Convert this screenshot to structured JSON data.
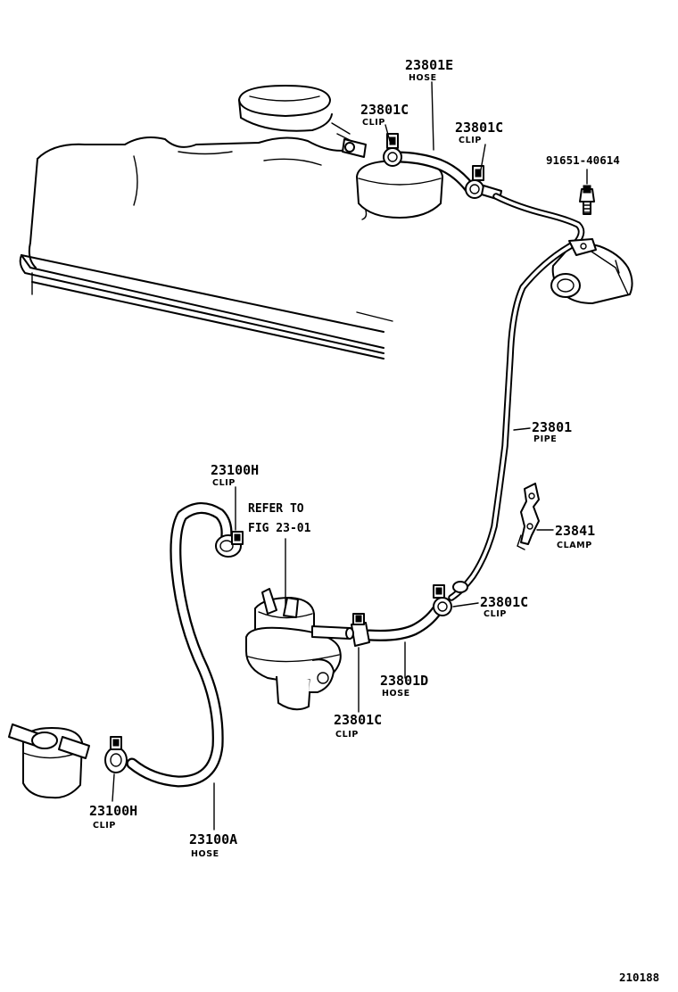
{
  "callouts": {
    "hose_top": {
      "number": "23801E",
      "name": "HOSE"
    },
    "clip_top_left": {
      "number": "23801C",
      "name": "CLIP"
    },
    "clip_top_right": {
      "number": "23801C",
      "name": "CLIP"
    },
    "union_bolt": {
      "number": "91651-40614"
    },
    "pipe": {
      "number": "23801",
      "name": "PIPE"
    },
    "clamp": {
      "number": "23841",
      "name": "CLAMP"
    },
    "clip_pipe_lower": {
      "number": "23801C",
      "name": "CLIP"
    },
    "hose_lower": {
      "number": "23801D",
      "name": "HOSE"
    },
    "clip_pump_outlet": {
      "number": "23801C",
      "name": "CLIP"
    },
    "clip_pump_inlet": {
      "number": "23100H",
      "name": "CLIP"
    },
    "clip_filter": {
      "number": "23100H",
      "name": "CLIP"
    },
    "hose_filter": {
      "number": "23100A",
      "name": "HOSE"
    }
  },
  "reference_note": {
    "line1": "REFER TO",
    "line2": "FIG 23-01"
  },
  "figure_number": "210188"
}
